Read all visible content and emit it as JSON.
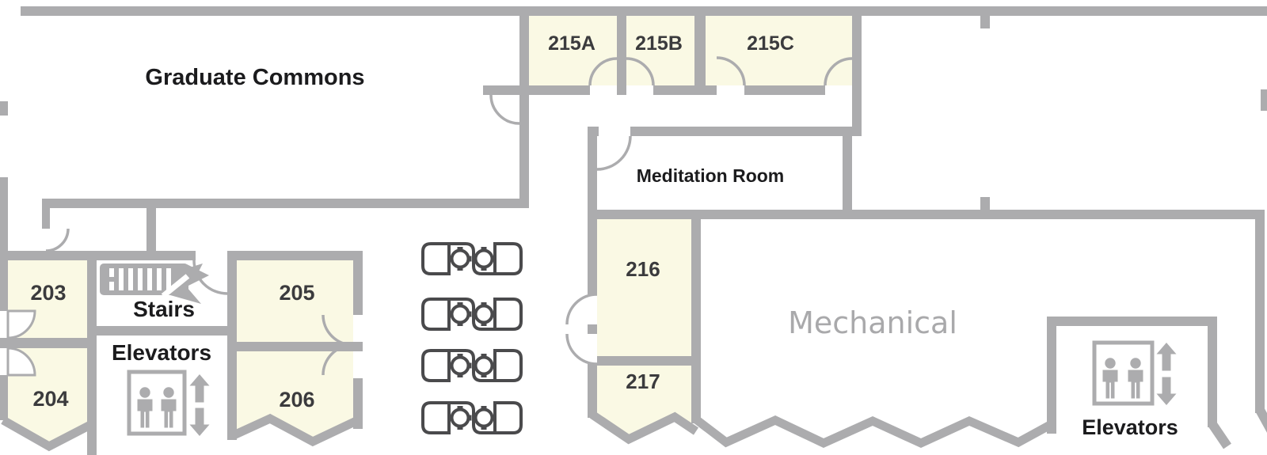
{
  "floor_plan": {
    "areas": {
      "graduate_commons": {
        "label": "Graduate Commons"
      },
      "meditation_room": {
        "label": "Meditation Room"
      },
      "stairs": {
        "label": "Stairs"
      },
      "elevators_left": {
        "label": "Elevators"
      },
      "elevators_right": {
        "label": "Elevators"
      },
      "mechanical": {
        "label": "Mechanical"
      }
    },
    "rooms": {
      "r215a": {
        "label": "215A"
      },
      "r215b": {
        "label": "215B"
      },
      "r215c": {
        "label": "215C"
      },
      "r203": {
        "label": "203"
      },
      "r204": {
        "label": "204"
      },
      "r205": {
        "label": "205"
      },
      "r206": {
        "label": "206"
      },
      "r216": {
        "label": "216"
      },
      "r217": {
        "label": "217"
      }
    },
    "icons": {
      "stairs": "stairs-icon",
      "elevator_left": "elevator-people-up-down-icon",
      "elevator_right": "elevator-people-up-down-icon",
      "workstations": "workstation-desk-pair-icon"
    },
    "colors": {
      "background": "#FFFFFF",
      "wall": "#ACACAE",
      "door_arc": "#ACACAE",
      "room_fill": "#FAF9E4",
      "furniture": "#4A4A4C",
      "area_label": "#1B1B1D",
      "room_number": "#3B3B3D",
      "mechanical_label": "#A9A9AB"
    }
  }
}
